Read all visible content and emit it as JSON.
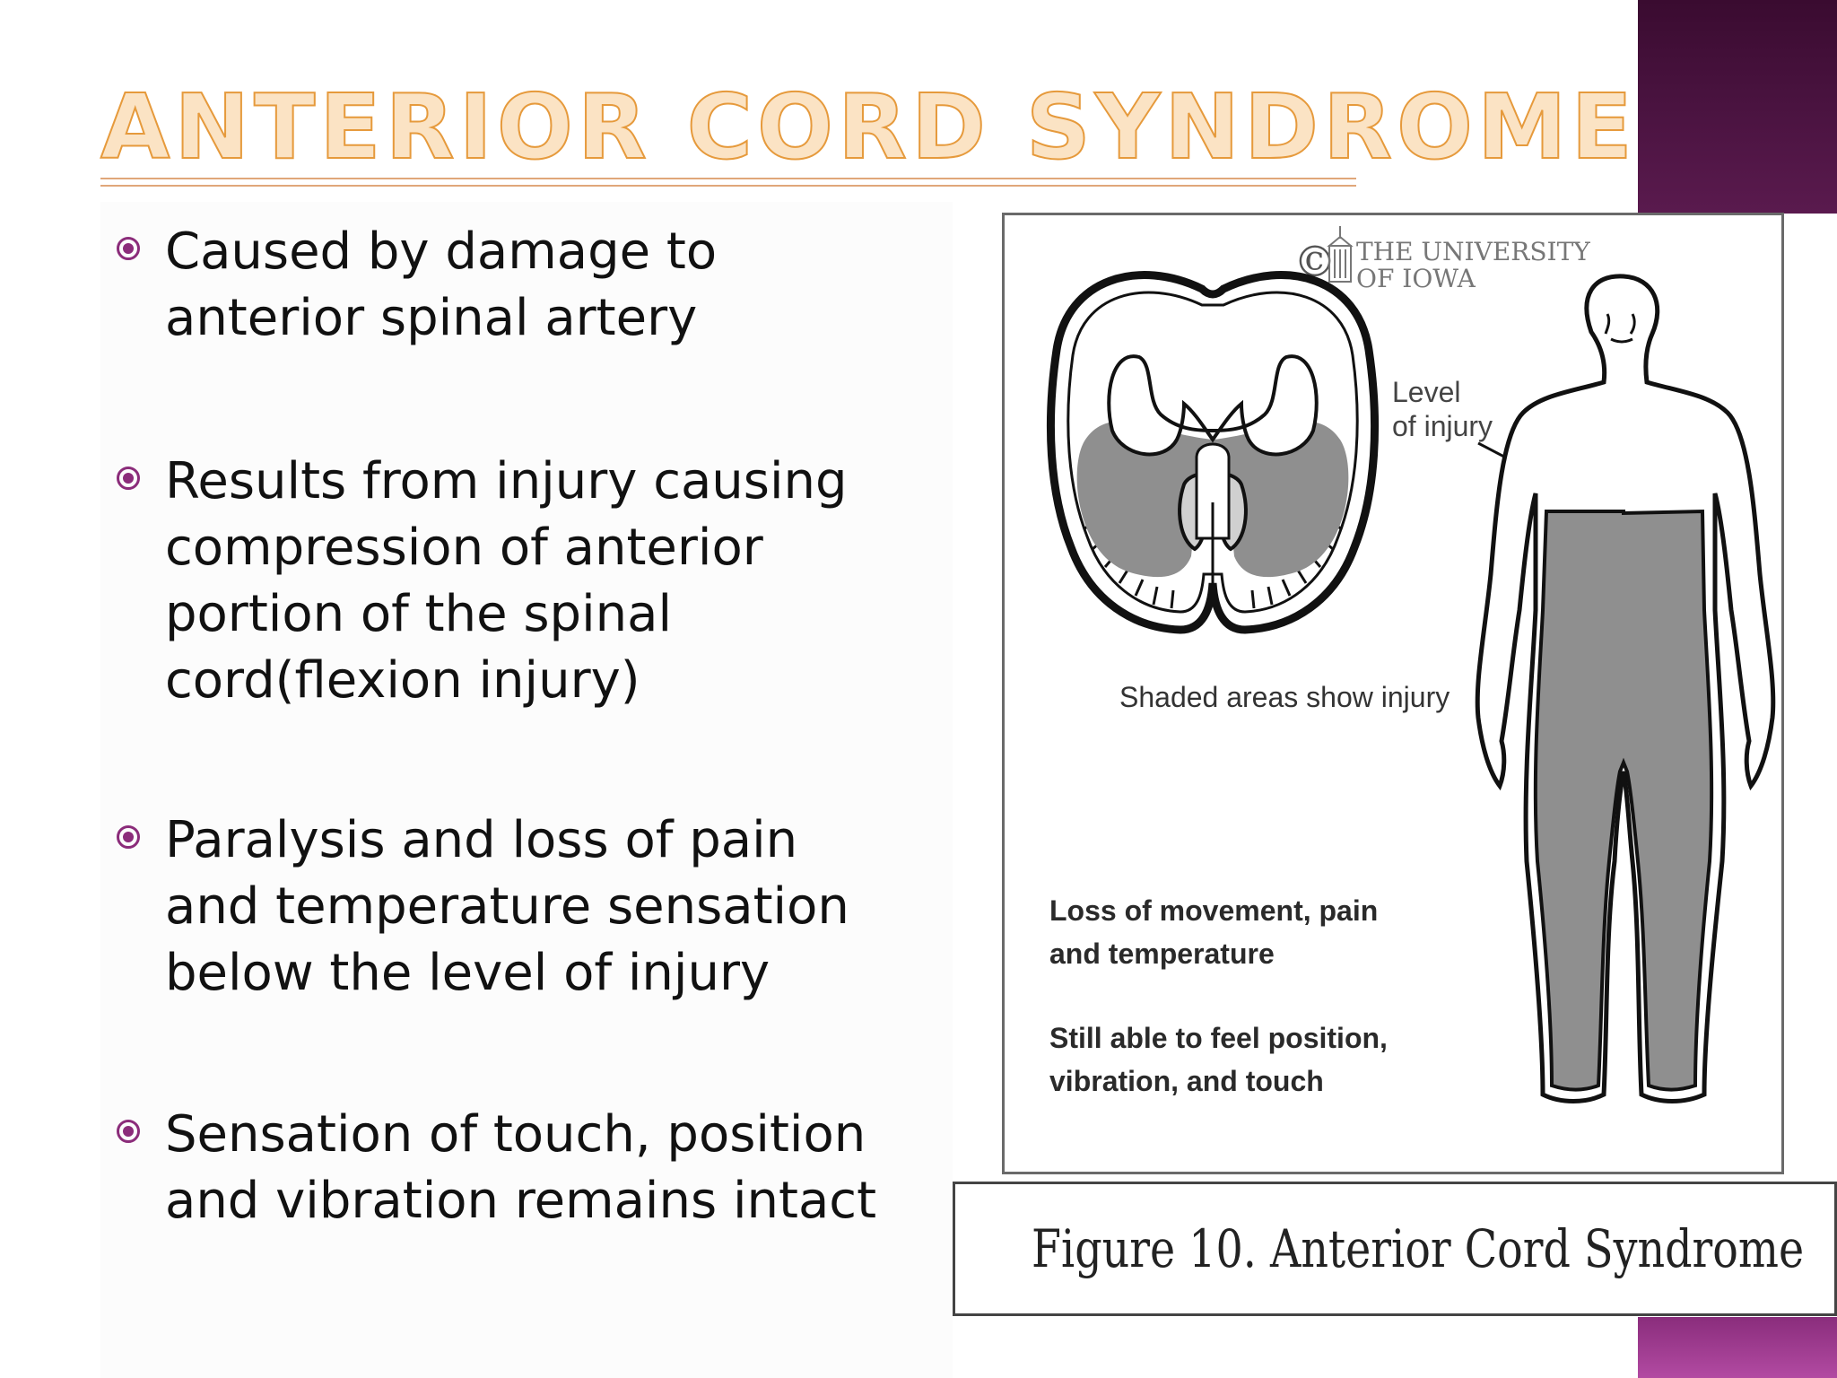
{
  "slide": {
    "title": "ANTERIOR CORD SYNDROME",
    "bullets": [
      {
        "lines": [
          "Caused by damage to",
          "anterior spinal artery"
        ]
      },
      {
        "lines": [
          "Results from injury causing",
          "compression of anterior",
          "portion of the spinal",
          "cord(flexion injury)"
        ]
      },
      {
        "lines": [
          "Paralysis and loss of pain",
          "and temperature sensation",
          "below the level of injury"
        ]
      },
      {
        "lines": [
          "Sensation of touch, position",
          "and vibration remains intact"
        ]
      }
    ],
    "colors": {
      "accent": "#8b2c7a",
      "title_fill": "#fbe3c4",
      "title_outline": "#e69a3c"
    }
  },
  "figure": {
    "copyright": "©",
    "university_line1": "THE UNIVERSITY",
    "university_line2": "OF IOWA",
    "level_label_1": "Level",
    "level_label_2": "of injury",
    "shaded_note": "Shaded areas show injury",
    "loss_line1": "Loss of movement, pain",
    "loss_line2": "and temperature",
    "still_line1": "Still able to feel position,",
    "still_line2": "vibration, and touch",
    "caption": "Figure 10.  Anterior Cord Syndrome"
  }
}
